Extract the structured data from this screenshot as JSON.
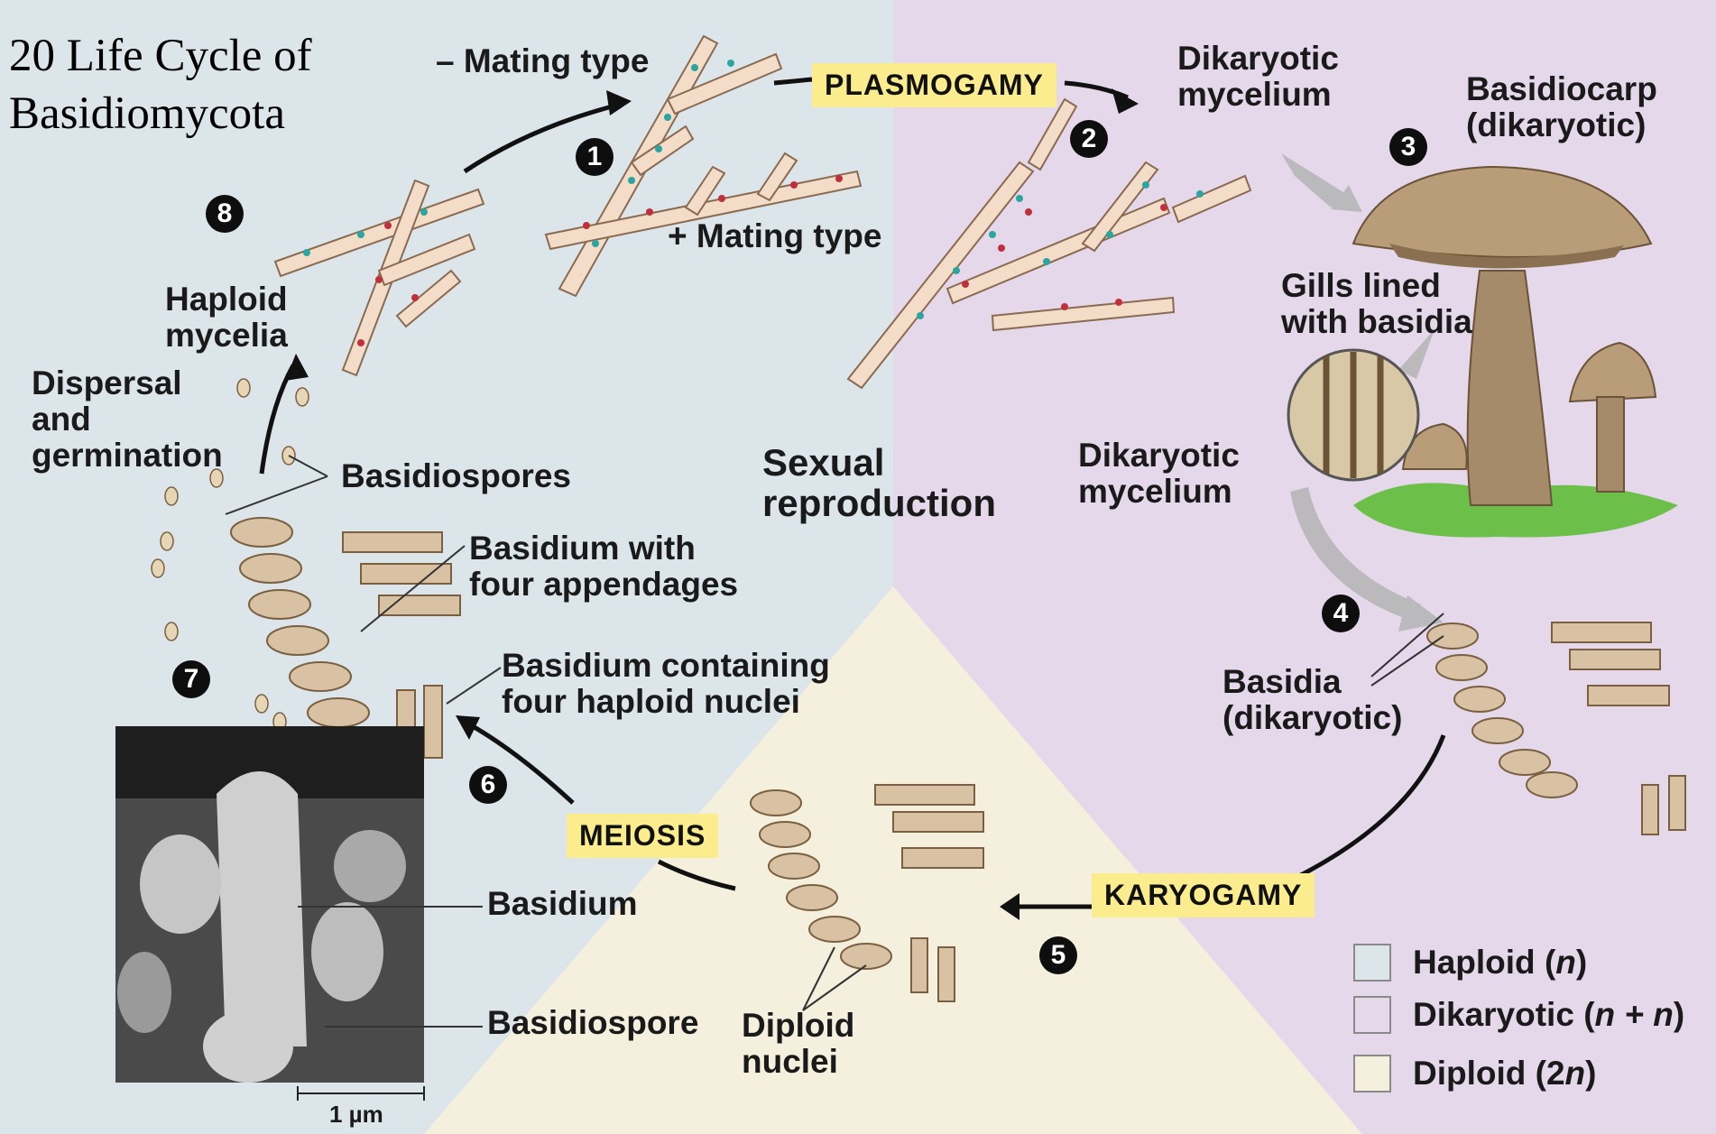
{
  "title": "20 Life Cycle of Basidiomycota",
  "colors": {
    "haploid": "#dbe5ea",
    "dikaryotic": "#e4d8ea",
    "diploid": "#f5efde",
    "phase_highlight": "#fbed8e",
    "hypha_fill": "#f3dcc8",
    "nucleus_haploid_teal": "#2aa5a0",
    "nucleus_red": "#c0303c"
  },
  "phases": {
    "plasmogamy": "PLASMOGAMY",
    "karyogamy": "KARYOGAMY",
    "meiosis": "MEIOSIS"
  },
  "center_label": {
    "line1": "Sexual",
    "line2": "reproduction"
  },
  "steps": [
    "1",
    "2",
    "3",
    "4",
    "5",
    "6",
    "7",
    "8"
  ],
  "labels": {
    "minus_mating_type": "– Mating type",
    "plus_mating_type": "+ Mating type",
    "dikaryotic_mycelium_top_1": "Dikaryotic",
    "dikaryotic_mycelium_top_2": "mycelium",
    "basidiocarp_1": "Basidiocarp",
    "basidiocarp_2": "(dikaryotic)",
    "gills_1": "Gills lined",
    "gills_2": "with basidia",
    "dikaryotic_mycelium_mid_1": "Dikaryotic",
    "dikaryotic_mycelium_mid_2": "mycelium",
    "basidia_1": "Basidia",
    "basidia_2": "(dikaryotic)",
    "diploid_nuclei_1": "Diploid",
    "diploid_nuclei_2": "nuclei",
    "haploid_mycelia_1": "Haploid",
    "haploid_mycelia_2": "mycelia",
    "dispersal_1": "Dispersal",
    "dispersal_2": "and",
    "dispersal_3": "germination",
    "basidiospores": "Basidiospores",
    "basidium_appendages_1": "Basidium with",
    "basidium_appendages_2": "four appendages",
    "basidium_nuclei_1": "Basidium containing",
    "basidium_nuclei_2": "four haploid nuclei",
    "micro_basidium": "Basidium",
    "micro_basidiospore": "Basidiospore",
    "scale_bar": "1 µm"
  },
  "legend": [
    {
      "label_prefix": "Haploid (",
      "label_var": "n",
      "label_suffix": ")",
      "color": "#dbe5ea"
    },
    {
      "label_prefix": "Dikaryotic (",
      "label_var": "n + n",
      "label_suffix": ")",
      "color": "#e4d8ea"
    },
    {
      "label_prefix": "Diploid (2",
      "label_var": "n",
      "label_suffix": ")",
      "color": "#f5efde"
    }
  ]
}
